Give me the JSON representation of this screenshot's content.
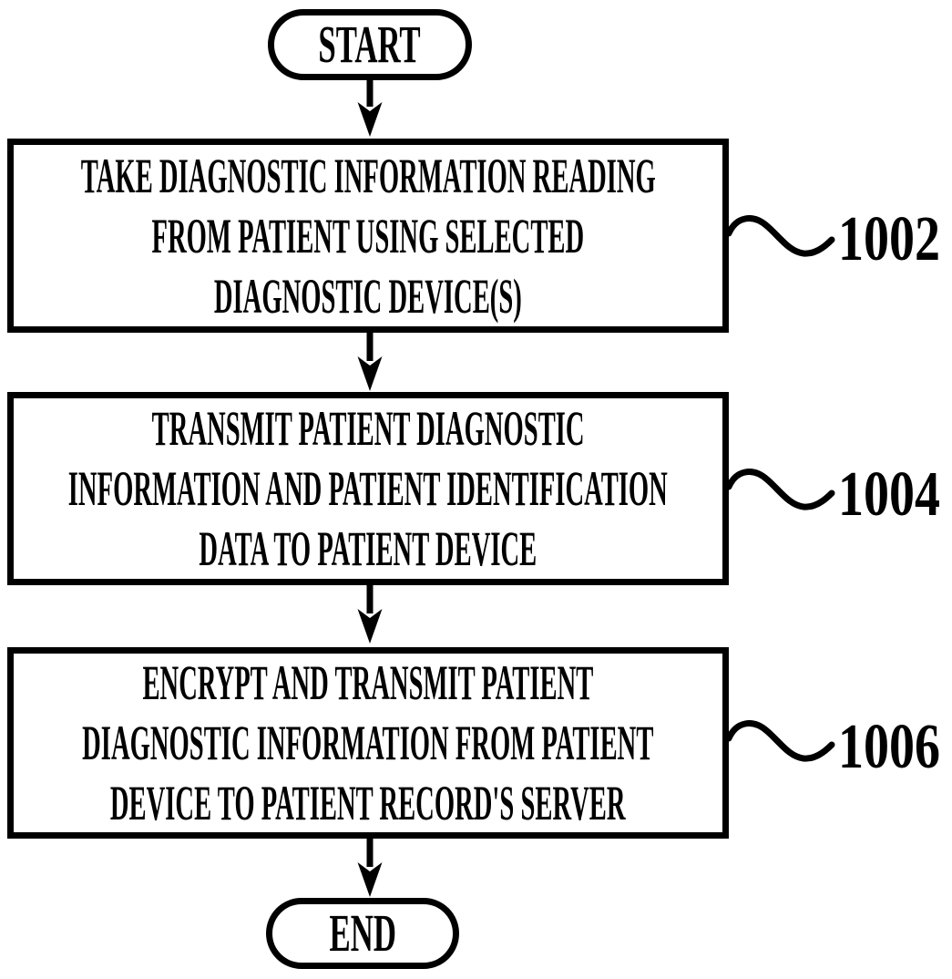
{
  "diagram": {
    "type": "flowchart",
    "background_color": "#ffffff",
    "ink_color": "#000000",
    "start_label": "START",
    "end_label": "END",
    "steps": [
      {
        "ref": "1002",
        "lines": [
          "TAKE DIAGNOSTIC INFORMATION READING",
          "FROM PATIENT USING SELECTED",
          "DIAGNOSTIC DEVICE(S)"
        ]
      },
      {
        "ref": "1004",
        "lines": [
          "TRANSMIT PATIENT DIAGNOSTIC",
          "INFORMATION AND PATIENT IDENTIFICATION",
          "DATA TO PATIENT DEVICE"
        ]
      },
      {
        "ref": "1006",
        "lines": [
          "ENCRYPT AND TRANSMIT PATIENT",
          "DIAGNOSTIC INFORMATION FROM PATIENT",
          "DEVICE TO PATIENT RECORD'S SERVER"
        ]
      }
    ]
  }
}
